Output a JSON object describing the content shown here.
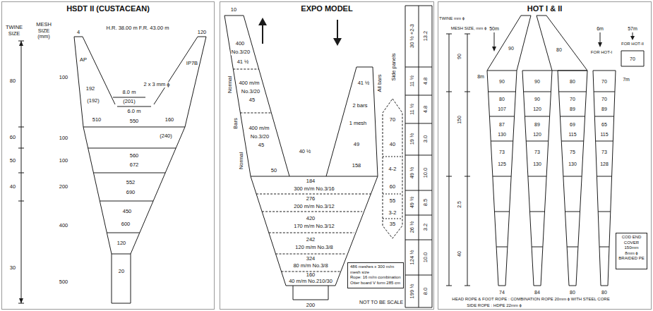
{
  "diagram": {
    "nodes": [
      {
        "text": [
          "HSDT II (CUSTACEAN)"
        ]
      },
      {
        "text": [
          "EXPO MODEL"
        ]
      },
      {
        "text": [
          "486 meshes x 300 m/m mesh size",
          "Rope: 16 m/m combination",
          "Otter board V form 285 cm"
        ],
        "in": 1
      },
      {
        "text": [
          "HOT I & II"
        ]
      },
      {
        "text": [
          "COD END COVER",
          "150mm",
          "8mm ϕ BRAIDED PE"
        ],
        "in": 3
      }
    ],
    "labels": [
      "TWINE SIZE",
      "MESH SIZE (mm)",
      "H.R. 38.00 m F.R. 43.00 m",
      "4",
      "120",
      "AP",
      "IP7B",
      "192",
      "(192)",
      "8.0 m",
      "(201)",
      "2 x 3 mm ϕ",
      "6.0 m",
      "510",
      "160",
      "550",
      "(240)",
      "560",
      "672",
      "552",
      "690",
      "450",
      "600",
      "120",
      "20",
      "80",
      "60",
      "50",
      "40",
      "30",
      "100",
      "100",
      "100",
      "200",
      "400",
      "500",
      "10",
      "400",
      "No.3/20",
      "41 ½",
      "400 m/m",
      "No.3/20",
      "45",
      "400 m/m",
      "No.3/20",
      "45",
      "Normal",
      "Bars",
      "Normal",
      "50",
      "40 ½",
      "41 ½",
      "All bars",
      "2 bars",
      "1 mesh",
      "49",
      "158",
      "Side panels",
      "70",
      "40",
      "4-2",
      "60",
      "55",
      "3-2",
      "35",
      "184",
      "300 m/m No.3/16",
      "276",
      "200 m/m No.3/12",
      "420",
      "170 m/m No.3/12",
      "242",
      "120 m/m No.3/8",
      "324",
      "80 m/m No.3/8",
      "160",
      "40 m/m No.210/30",
      "200",
      "NOT TO BE SCALE",
      "30 ½ +2-3",
      "13.2",
      "11 ½",
      "4.8",
      "11 ½",
      "4.8",
      "19 ½",
      "3.0",
      "49 ½",
      "10.0",
      "49 ½",
      "8.5",
      "26 ½",
      "3.2",
      "124 ½",
      "10.0",
      "199 ½",
      "8.0",
      "TWINE mm ϕ",
      "MESH SIZE, mm ϕ",
      "50m",
      "6m",
      "FOR HOT-I",
      "57m",
      "FOR HOT-II",
      "70",
      "8m",
      "7m",
      "90",
      "80",
      "90",
      "80",
      "107",
      "87",
      "130",
      "73",
      "125",
      "90",
      "90",
      "120",
      "89",
      "120",
      "73",
      "130",
      "80",
      "70",
      "89",
      "69",
      "115",
      "75",
      "130",
      "70",
      "70",
      "89",
      "65",
      "115",
      "73",
      "128",
      "74",
      "84",
      "80",
      "80",
      "90",
      "150",
      "2.5",
      "40",
      "HEAD ROPE & FOOT ROPE : COMBINATION ROPE 20mm ϕ WITH STEEL CORE",
      "SIDE ROPE : HDPE 22mm ϕ"
    ]
  }
}
